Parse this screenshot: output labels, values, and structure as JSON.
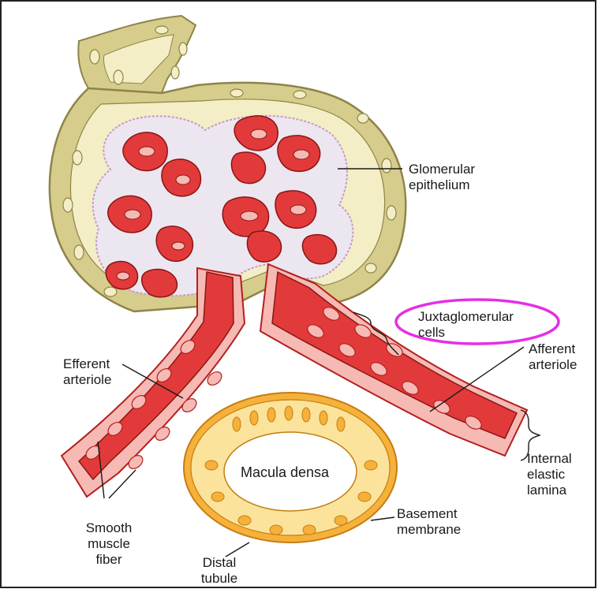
{
  "labels": {
    "glomerular_epithelium": [
      "Glomerular",
      "epithelium"
    ],
    "juxtaglomerular_cells": [
      "Juxtaglomerular",
      "cells"
    ],
    "efferent_arteriole": [
      "Efferent",
      "arteriole"
    ],
    "afferent_arteriole": [
      "Afferent",
      "arteriole"
    ],
    "macula_densa": "Macula densa",
    "internal_elastic_lamina": [
      "Internal",
      "elastic",
      "lamina"
    ],
    "smooth_muscle_fiber": [
      "Smooth",
      "muscle",
      "fiber"
    ],
    "basement_membrane": [
      "Basement",
      "membrane"
    ],
    "distal_tubule": [
      "Distal",
      "tubule"
    ]
  },
  "colors": {
    "capsule_fill": "#d6cc8c",
    "capsule_inner": "#f4eec6",
    "capsule_outline": "#8e8448",
    "vessel_red": "#e23a3a",
    "vessel_light": "#f6b9b3",
    "vessel_wall": "#b31f1f",
    "podocyte_fill": "#ece6f0",
    "tubule_ring": "#f6b13a",
    "tubule_cell": "#fbe39b",
    "highlight_ellipse": "#e62ee6",
    "text": "#1a1a1a"
  }
}
